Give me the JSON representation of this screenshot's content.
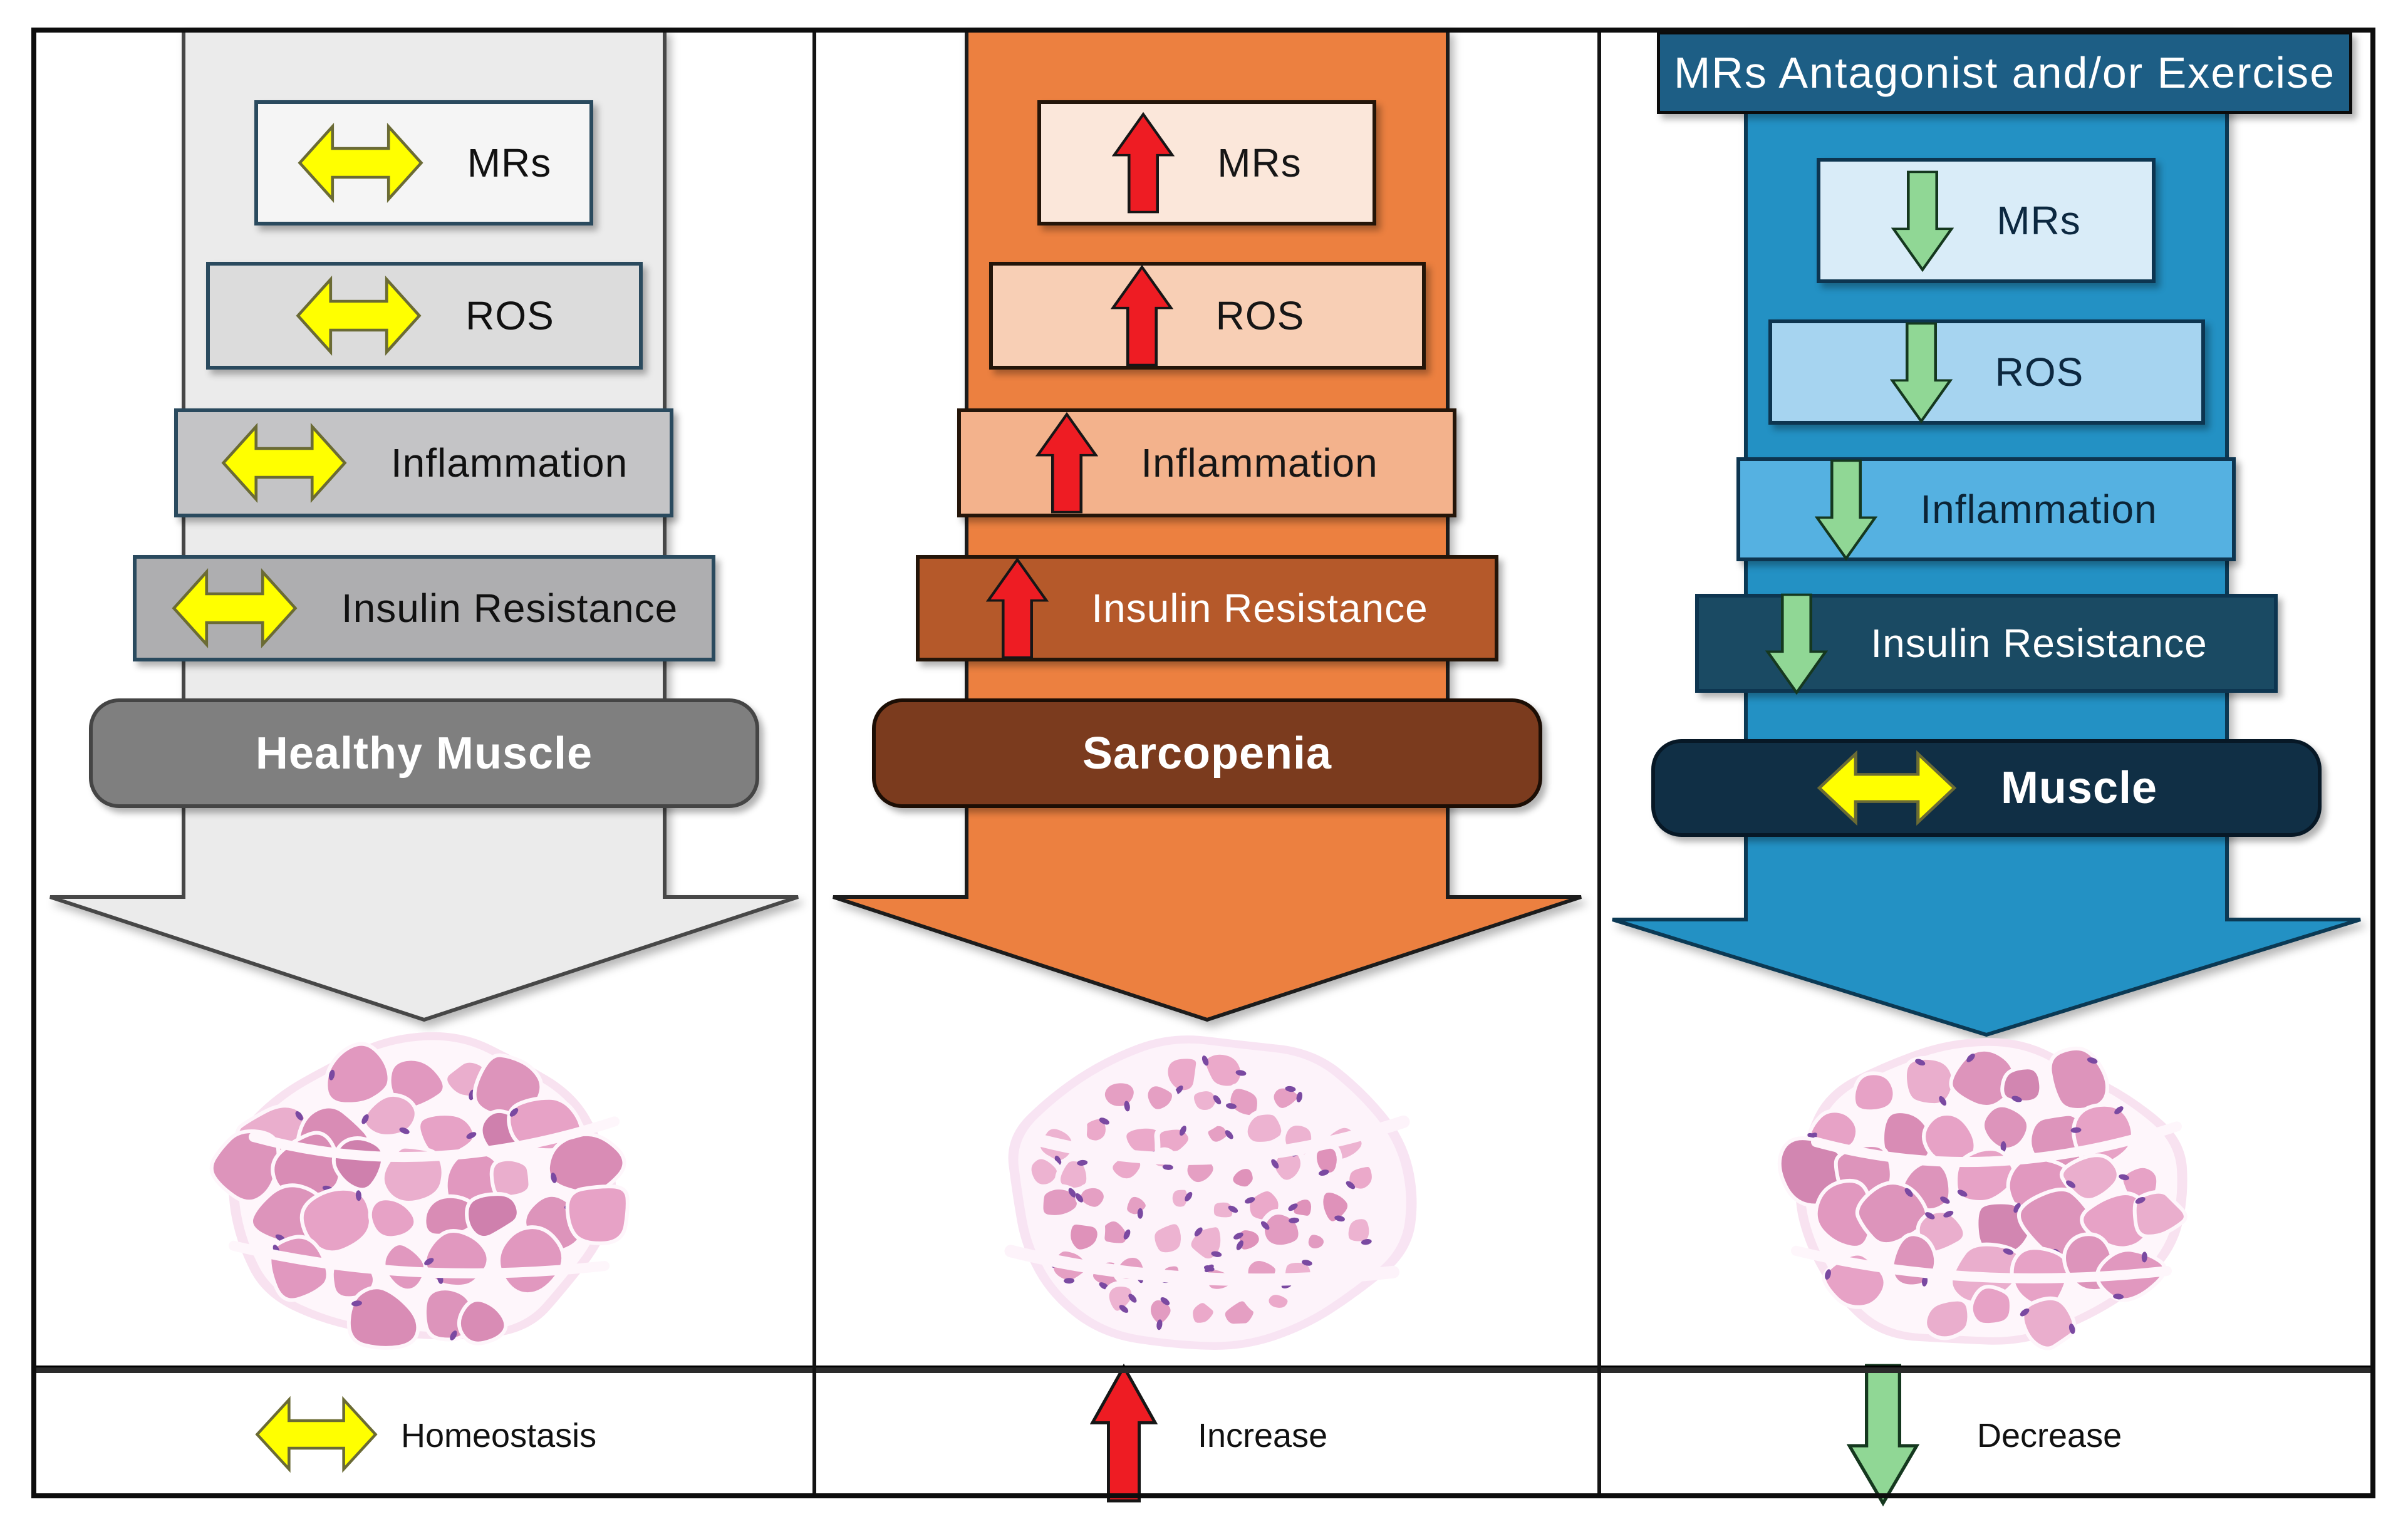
{
  "figure": {
    "description": "Three-panel muscle mechanism diagram",
    "columns": [
      {
        "name": "healthy",
        "header": null,
        "items": [
          {
            "label": "MRs",
            "arrow": "homeostasis"
          },
          {
            "label": "ROS",
            "arrow": "homeostasis"
          },
          {
            "label": "Inflammation",
            "arrow": "homeostasis"
          },
          {
            "label": "Insulin Resistance",
            "arrow": "homeostasis"
          }
        ],
        "outcome": {
          "label": "Healthy Muscle",
          "arrow": null
        },
        "theme": {
          "shaft": "#ebebeb",
          "outline": "#474747",
          "box_fills": [
            "#f5f5f5",
            "#dcdcdc",
            "#c4c4c6",
            "#aeaeb0"
          ],
          "box_border": "#2a4a5e",
          "box_text": [
            "#111111",
            "#111111",
            "#111111",
            "#111111"
          ],
          "outcome_fill": "#7f7f7f",
          "outcome_border": "#454545",
          "outcome_text": "#ffffff"
        }
      },
      {
        "name": "sarcopenia",
        "header": null,
        "items": [
          {
            "label": "MRs",
            "arrow": "increase"
          },
          {
            "label": "ROS",
            "arrow": "increase"
          },
          {
            "label": "Inflammation",
            "arrow": "increase"
          },
          {
            "label": "Insulin Resistance",
            "arrow": "increase"
          }
        ],
        "outcome": {
          "label": "Sarcopenia",
          "arrow": null
        },
        "theme": {
          "shaft": "#ec8040",
          "outline": "#1c1c1c",
          "box_fills": [
            "#fbe7da",
            "#f8cfb5",
            "#f3b28c",
            "#b5592a"
          ],
          "box_border": "#241509",
          "box_text": [
            "#161616",
            "#161616",
            "#161616",
            "#ffffff"
          ],
          "outcome_fill": "#7b3b1e",
          "outcome_border": "#1c0e05",
          "outcome_text": "#ffffff"
        }
      },
      {
        "name": "intervention",
        "header": {
          "label": "MRs Antagonist and/or Exercise",
          "fill": "#1d5e85",
          "text": "#ffffff"
        },
        "items": [
          {
            "label": "MRs",
            "arrow": "decrease"
          },
          {
            "label": "ROS",
            "arrow": "decrease"
          },
          {
            "label": "Inflammation",
            "arrow": "decrease"
          },
          {
            "label": "Insulin Resistance",
            "arrow": "decrease"
          }
        ],
        "outcome": {
          "label": "Muscle",
          "arrow": "homeostasis"
        },
        "theme": {
          "shaft": "#2391c4",
          "outline": "#0b3954",
          "box_fills": [
            "#d9ecf8",
            "#a6d4f0",
            "#55b1e1",
            "#1a4a63"
          ],
          "box_border": "#0d3550",
          "box_text": [
            "#0c2840",
            "#0c2840",
            "#0b2436",
            "#ffffff"
          ],
          "outcome_fill": "#102f45",
          "outcome_border": "#071826",
          "outcome_text": "#ffffff"
        }
      }
    ],
    "legend": [
      {
        "icon": "homeostasis-arrow",
        "label": "Homeostasis"
      },
      {
        "icon": "increase-arrow",
        "label": "Increase"
      },
      {
        "icon": "decrease-arrow",
        "label": "Decrease"
      }
    ]
  },
  "palette": {
    "homeostasis_arrow": "#ffff00",
    "homeostasis_arrow_outline": "#6b6b35",
    "increase_arrow": "#ee1c23",
    "increase_arrow_outline": "#161616",
    "decrease_arrow": "#90d795",
    "decrease_arrow_outline": "#15381f",
    "background": "#ffffff",
    "frame": "#0d0d0d"
  },
  "muscle_sections": [
    {
      "name": "healthy-muscle-cross-section",
      "density": "high",
      "seed": 7,
      "fiber_colors": [
        "#e7a2c6",
        "#e198bf",
        "#d98cb5",
        "#eaaecd",
        "#dd94bb",
        "#cf80ad"
      ],
      "separator": "#fef6fb",
      "halo": "#f8e2f0",
      "nucleus": "#7a49a1"
    },
    {
      "name": "sarcopenic-muscle-cross-section",
      "density": "low",
      "seed": 13,
      "fiber_colors": [
        "#eba9ca",
        "#e59fc3",
        "#df92ba",
        "#edb3d1",
        "#e29bc1"
      ],
      "separator": "#fdf3fa",
      "halo": "#f8e4f3",
      "nucleus": "#7a49a1"
    },
    {
      "name": "recovered-muscle-cross-section",
      "density": "high",
      "seed": 21,
      "fiber_colors": [
        "#e7a2c6",
        "#e198bf",
        "#d98cb5",
        "#eaaecd",
        "#dd94bb",
        "#d286b1"
      ],
      "separator": "#fef6fb",
      "halo": "#f8e2f0",
      "nucleus": "#7a49a1"
    }
  ]
}
